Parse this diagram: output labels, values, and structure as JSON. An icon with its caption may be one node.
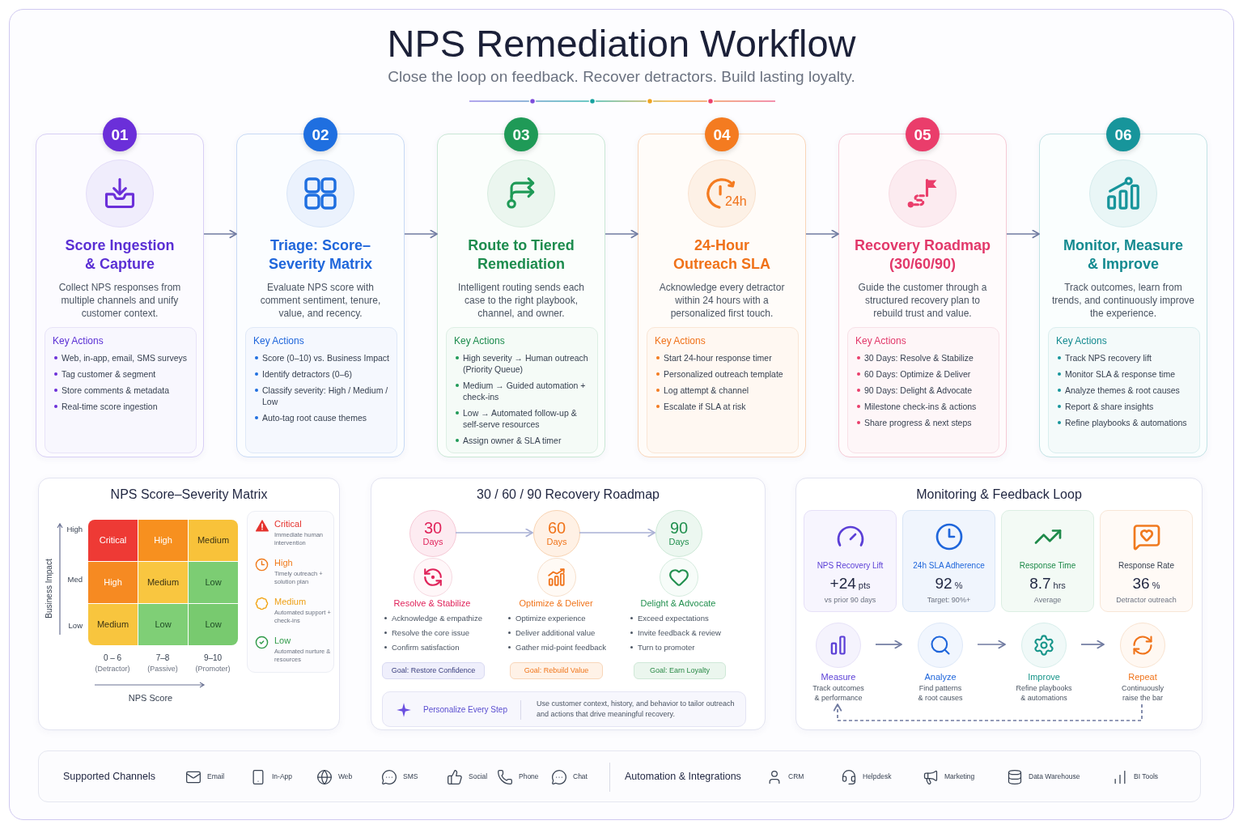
{
  "diagram": {
    "title": "NPS Remediation Workflow",
    "nodes": [
      {
        "text": [
          "01",
          "Score Ingestion & Capture",
          "Collect NPS responses from multiple channels and unify customer context."
        ]
      },
      {
        "text": [
          "Key Actions",
          "Web, in-app, email, SMS surveys",
          "Tag customer & segment",
          "Store comments & metadata",
          "Real-time score ingestion"
        ],
        "in": 0
      },
      {
        "text": [
          "02",
          "Triage: Score–Severity Matrix",
          "Evaluate NPS score with comment sentiment, tenure, value, and recency."
        ]
      },
      {
        "text": [
          "Key Actions",
          "Score (0–10) vs. Business Impact",
          "Identify detractors (0–6)",
          "Classify severity: High / Medium / Low",
          "Auto-tag root cause themes"
        ],
        "in": 2
      },
      {
        "text": [
          "03",
          "Route to Tiered Remediation",
          "Intelligent routing sends each case to the right playbook, channel, and owner."
        ]
      },
      {
        "text": [
          "Key Actions",
          "High severity → Human outreach (Priority Queue)",
          "Medium → Guided automation + check-ins",
          "Low → Automated follow-up & self-serve resources",
          "Assign owner & SLA timer"
        ],
        "in": 4
      },
      {
        "text": [
          "04",
          "24h",
          "24-Hour Outreach SLA",
          "Acknowledge every detractor within 24 hours with a personalized first touch."
        ]
      },
      {
        "text": [
          "Key Actions",
          "Start 24-hour response timer",
          "Personalized outreach template",
          "Log attempt & channel",
          "Escalate if SLA at risk"
        ],
        "in": 6
      },
      {
        "text": [
          "05",
          "Recovery Roadmap (30/60/90)",
          "Guide the customer through a structured recovery plan to rebuild trust and value."
        ]
      },
      {
        "text": [
          "Key Actions",
          "30 Days: Resolve & Stabilize",
          "60 Days: Optimize & Deliver",
          "90 Days: Delight & Advocate",
          "Milestone check-ins & actions",
          "Share progress & next steps"
        ],
        "in": 8
      },
      {
        "text": [
          "06",
          "Monitor, Measure & Improve",
          "Track outcomes, learn from trends, and continuously improve the experience."
        ]
      },
      {
        "text": [
          "Key Actions",
          "Track NPS recovery lift",
          "Monitor SLA & response time",
          "Analyze themes & root causes",
          "Report & share insights",
          "Refine playbooks & automations"
        ],
        "in": 10
      },
      {
        "text": [
          "NPS Score–Severity Matrix"
        ]
      },
      {
        "text": [
          "Critical"
        ],
        "in": 12
      },
      {
        "text": [
          "High"
        ],
        "in": 12
      },
      {
        "text": [
          "Medium"
        ],
        "in": 12
      },
      {
        "text": [
          "High"
        ],
        "in": 12
      },
      {
        "text": [
          "Medium"
        ],
        "in": 12
      },
      {
        "text": [
          "Low"
        ],
        "in": 12
      },
      {
        "text": [
          "Medium"
        ],
        "in": 12
      },
      {
        "text": [
          "Low"
        ],
        "in": 12
      },
      {
        "text": [
          "Low"
        ],
        "in": 12
      },
      {
        "text": [
          "Critical",
          "Immediate human intervention",
          "High",
          "Timely outreach + solution plan",
          "Medium",
          "Automated support + check-ins",
          "Low",
          "Automated nurture & resources"
        ],
        "in": 12
      },
      {
        "text": [
          "30 / 60 / 90 Recovery Roadmap"
        ]
      },
      {
        "text": [
          "30",
          "Days"
        ],
        "in": 23
      },
      {
        "text": [
          "60",
          "Days"
        ],
        "in": 23
      },
      {
        "text": [
          "90",
          "Days"
        ],
        "in": 23
      },
      {
        "text": [
          "Goal: Restore Confidence"
        ],
        "in": 23
      },
      {
        "text": [
          "Goal: Rebuild Value"
        ],
        "in": 23
      },
      {
        "text": [
          "Goal: Earn Loyalty"
        ],
        "in": 23
      },
      {
        "text": [
          "Personalize Every Step",
          "Use customer context, history, and behavior to tailor outreach and actions that drive meaningful recovery."
        ],
        "in": 23
      },
      {
        "text": [
          "Monitoring & Feedback Loop"
        ]
      },
      {
        "text": [
          "NPS Recovery Lift",
          "+24",
          "pts",
          "vs prior 90 days"
        ],
        "in": 31
      },
      {
        "text": [
          "24h SLA Adherence",
          "92",
          "%",
          "Target: 90%+"
        ],
        "in": 31
      },
      {
        "text": [
          "Response Time",
          "8.7",
          "hrs",
          "Average"
        ],
        "in": 31
      },
      {
        "text": [
          "Response Rate",
          "36",
          "%",
          "Detractor outreach"
        ],
        "in": 31
      },
      {
        "text": [
          "Measure",
          "Track outcomes & performance"
        ],
        "in": 31
      },
      {
        "text": [
          "Analyze",
          "Find patterns & root causes"
        ],
        "in": 31
      },
      {
        "text": [
          "Improve",
          "Refine playbooks & automations"
        ],
        "in": 31
      },
      {
        "text": [
          "Repeat",
          "Continuously raise the bar"
        ],
        "in": 31
      },
      {
        "text": [
          "Supported Channels",
          "Email",
          "In-App",
          "Web",
          "SMS",
          "Social",
          "Phone",
          "Chat",
          "Automation & Integrations",
          "CRM",
          "Helpdesk",
          "Marketing",
          "Data Warehouse",
          "BI Tools"
        ]
      }
    ],
    "edges": [
      {
        "from": 0,
        "to": 2,
        "arrow": "to"
      },
      {
        "from": 2,
        "to": 4,
        "arrow": "to"
      },
      {
        "from": 4,
        "to": 6,
        "arrow": "to"
      },
      {
        "from": 6,
        "to": 8,
        "arrow": "to"
      },
      {
        "from": 8,
        "to": 10,
        "arrow": "to"
      },
      {
        "from": 24,
        "to": 25,
        "arrow": "to",
        "color": "#a9b0d4"
      },
      {
        "from": 25,
        "to": 26,
        "arrow": "to",
        "color": "#a9b0d4"
      },
      {
        "from": 36,
        "to": 37,
        "arrow": "to"
      },
      {
        "from": 37,
        "to": 38,
        "arrow": "to"
      },
      {
        "from": 38,
        "to": 39,
        "arrow": "to"
      },
      {
        "from": 39,
        "to": 36,
        "arrow": "to",
        "style": "dashed"
      }
    ],
    "labels": [
      "Close the loop on feedback. Recover detractors. Build lasting loyalty.",
      "High",
      "Med",
      "Low",
      "Business Impact",
      "0 – 6",
      "(Detractor)",
      "7–8",
      "(Passive)",
      "9–10",
      "(Promoter)",
      "NPS Score",
      "Resolve & Stabilize",
      "Acknowledge & empathize",
      "Resolve the core issue",
      "Confirm satisfaction",
      "Optimize & Deliver",
      "Optimize experience",
      "Deliver additional value",
      "Gather mid-point feedback",
      "Delight & Advocate",
      "Exceed expectations",
      "Invite feedback & review",
      "Turn to promoter"
    ]
  }
}
